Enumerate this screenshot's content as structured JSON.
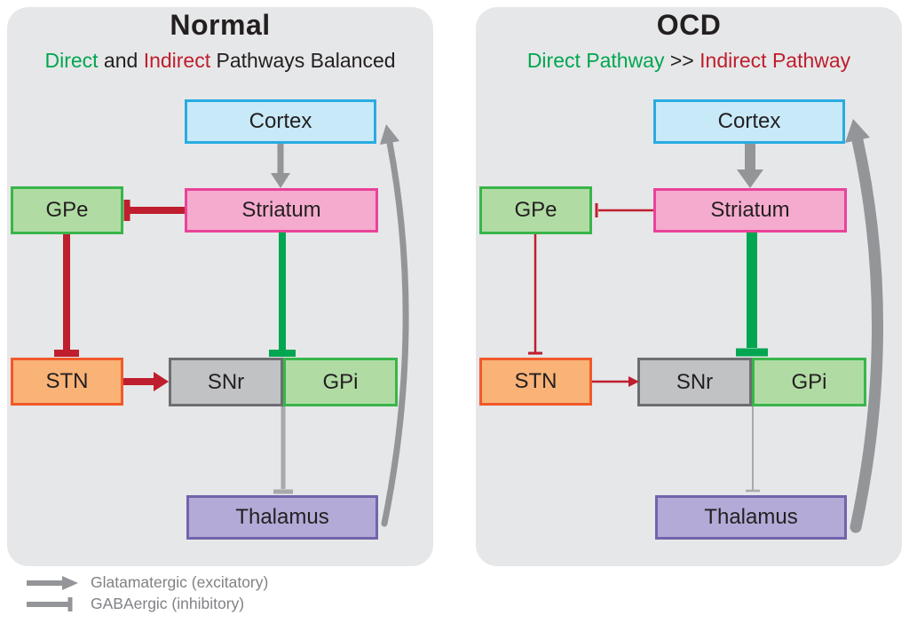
{
  "colors": {
    "panel_bg": "#E6E7E8",
    "ink": "#231F20",
    "green": "#00A651",
    "red": "#BE1E2D",
    "excitatory_gray": "#939598",
    "gaba_gray": "#A7A9AC",
    "legend_text": "#808285",
    "cortex_fill": "#C8E9F8",
    "cortex_border": "#29ABE2",
    "striatum_fill": "#F5ABCE",
    "striatum_border": "#E9439A",
    "green_fill": "#B0DCA4",
    "green_border": "#39B54A",
    "stn_fill": "#F9B377",
    "stn_border": "#F15A29",
    "snr_fill": "#C0C2C4",
    "snr_border": "#6D6E71",
    "thalamus_fill": "#B3AAD7",
    "thalamus_border": "#7264AC"
  },
  "panels": [
    {
      "title": "Normal",
      "subtitle": [
        "Direct",
        " and ",
        "Indirect",
        " Pathways Balanced"
      ],
      "nodes": {
        "cortex": "Cortex",
        "striatum": "Striatum",
        "gpe": "GPe",
        "stn": "STN",
        "snr": "SNr",
        "gpi": "GPi",
        "thalamus": "Thalamus"
      },
      "edges": [
        {
          "from": "Cortex",
          "to": "Striatum",
          "type": "glutamatergic-excitatory",
          "weight": "normal"
        },
        {
          "from": "Striatum",
          "to": "GPe",
          "type": "GABAergic-inhibitory",
          "weight": "normal"
        },
        {
          "from": "GPe",
          "to": "STN",
          "type": "GABAergic-inhibitory",
          "weight": "normal"
        },
        {
          "from": "STN",
          "to": "SNr",
          "type": "glutamatergic-excitatory",
          "weight": "normal"
        },
        {
          "from": "Striatum",
          "to": "SNr/GPi",
          "type": "GABAergic-inhibitory",
          "weight": "normal"
        },
        {
          "from": "SNr/GPi",
          "to": "Thalamus",
          "type": "GABAergic-inhibitory",
          "weight": "normal"
        },
        {
          "from": "Thalamus",
          "to": "Cortex",
          "type": "glutamatergic-excitatory",
          "weight": "normal"
        }
      ]
    },
    {
      "title": "OCD",
      "subtitle": [
        "Direct Pathway",
        " >> ",
        "Indirect Pathway"
      ],
      "nodes": {
        "cortex": "Cortex",
        "striatum": "Striatum",
        "gpe": "GPe",
        "stn": "STN",
        "snr": "SNr",
        "gpi": "GPi",
        "thalamus": "Thalamus"
      },
      "edges": [
        {
          "from": "Cortex",
          "to": "Striatum",
          "type": "glutamatergic-excitatory",
          "weight": "strong"
        },
        {
          "from": "Striatum",
          "to": "GPe",
          "type": "GABAergic-inhibitory",
          "weight": "weak"
        },
        {
          "from": "GPe",
          "to": "STN",
          "type": "GABAergic-inhibitory",
          "weight": "weak"
        },
        {
          "from": "STN",
          "to": "SNr",
          "type": "glutamatergic-excitatory",
          "weight": "weak"
        },
        {
          "from": "Striatum",
          "to": "SNr/GPi",
          "type": "GABAergic-inhibitory",
          "weight": "strong"
        },
        {
          "from": "SNr/GPi",
          "to": "Thalamus",
          "type": "GABAergic-inhibitory",
          "weight": "weak"
        },
        {
          "from": "Thalamus",
          "to": "Cortex",
          "type": "glutamatergic-excitatory",
          "weight": "strong"
        }
      ]
    }
  ],
  "legend": {
    "items": [
      {
        "label": "Glatamatergic (excitatory)",
        "symbol": "arrow"
      },
      {
        "label": "GABAergic (inhibitory)",
        "symbol": "tbar"
      }
    ]
  }
}
